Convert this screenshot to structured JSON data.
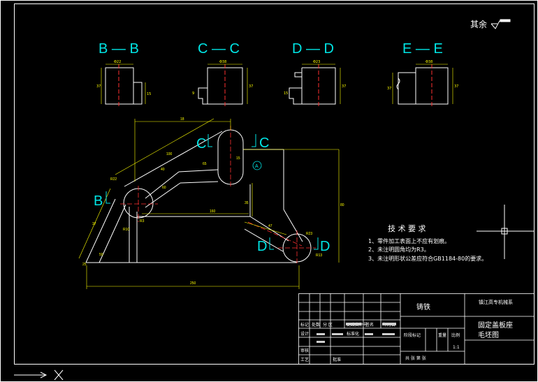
{
  "roughness": {
    "label": "其余",
    "symbol": "roughness-symbol"
  },
  "sections": [
    {
      "label": "B — B",
      "dims": [
        "Φ22",
        "37",
        "15"
      ]
    },
    {
      "label": "C — C",
      "dims": [
        "Φ38",
        "9",
        "37"
      ]
    },
    {
      "label": "D — D",
      "dims": [
        "Φ23",
        "15",
        "37"
      ]
    },
    {
      "label": "E — E",
      "dims": [
        "Φ38",
        "37",
        "37"
      ]
    }
  ],
  "main_view": {
    "cut_labels": {
      "b": "B",
      "c_left": "C",
      "c_right": "C",
      "d_left": "D",
      "d_right": "D"
    },
    "datum": "A",
    "dims": {
      "top_width": "18",
      "slot_len": "100",
      "arm_len": "65",
      "inner_60": "60",
      "angle_40": "40",
      "r22": "R22",
      "r3": "R3",
      "r10": "R10",
      "width_160": "160",
      "height_80": "80",
      "height_35": "35",
      "arm_47": "47",
      "r23": "R23",
      "r13": "R13",
      "left_37": "37",
      "left_50": "50",
      "left_25": "25",
      "base_250": "250",
      "phi_mark": "Φ",
      "slot_15": "15"
    }
  },
  "tech_req": {
    "title": "技 术 要 求",
    "items": [
      "1、零件加工表面上不应有划痕。",
      "2、未注明圆角均为R3。",
      "3、未注明形状公差应符合GB1184-80的要求。"
    ]
  },
  "title_block": {
    "material": "铸铁",
    "org": "镇江高专机械系",
    "drawing_name_1": "固定盖板座",
    "drawing_name_2": "毛坯图",
    "row_labels": [
      "标记",
      "处数",
      "分 区",
      "更改文件号",
      "签名",
      "年月日"
    ],
    "design": "设计",
    "standardization": "标准化",
    "stage": "阶段标记",
    "weight": "重量",
    "ratio": "比例",
    "scale": "1:1",
    "review": "审核",
    "process": "工艺",
    "approve": "批准",
    "sheets": "共   张   第   张"
  }
}
